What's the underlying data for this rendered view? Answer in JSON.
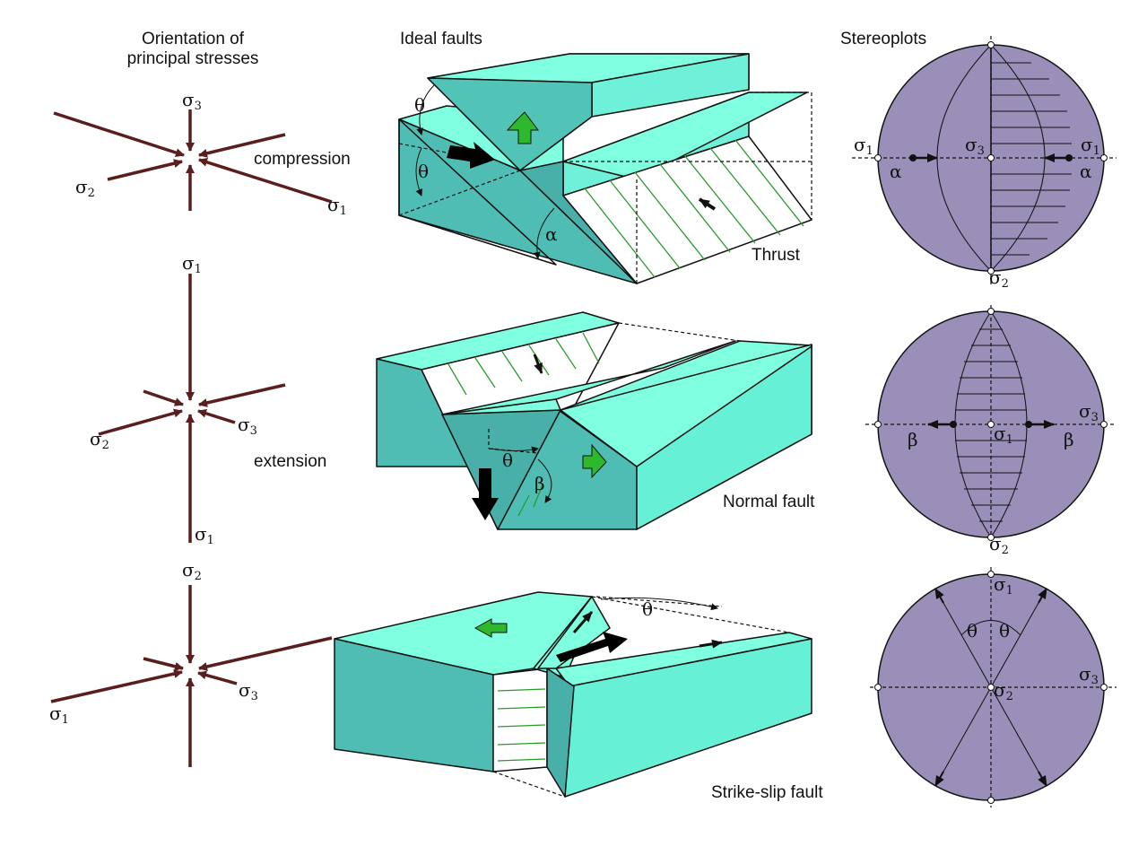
{
  "headers": {
    "orientation_line1": "Orientation of",
    "orientation_line2": "principal stresses",
    "ideal": "Ideal faults",
    "stereo": "Stereoplots"
  },
  "stress_labels": {
    "compression": "compression",
    "extension": "extension"
  },
  "fault_labels": {
    "thrust": "Thrust",
    "normal": "Normal fault",
    "strike": "Strike-slip fault"
  },
  "symbols": {
    "sigma": "σ",
    "s1": "1",
    "s2": "2",
    "s3": "3",
    "theta": "θ",
    "alpha": "α",
    "beta": "β"
  },
  "colors": {
    "arrow": "#5a1e1e",
    "block_top": "#7fffe0",
    "block_side": "#50bdb3",
    "block_front": "#48b0a8",
    "stereo_fill": "#9a8fb8",
    "green_arrow": "#2db82d"
  }
}
